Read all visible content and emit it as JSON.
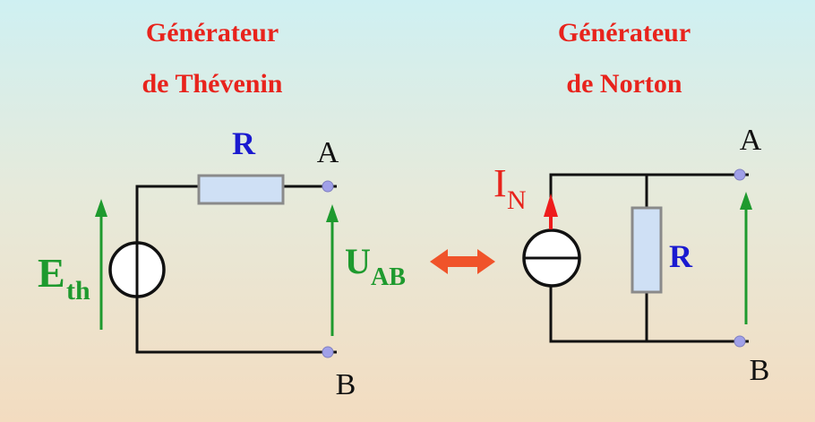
{
  "thevenin": {
    "title_line1": "Générateur",
    "title_line2": "de Thévenin",
    "resistor_label": "R",
    "source_label": "E",
    "source_sub": "th",
    "voltage_label": "U",
    "voltage_sub": "AB",
    "terminal_a": "A",
    "terminal_b": "B"
  },
  "norton": {
    "title_line1": "Générateur",
    "title_line2": "de Norton",
    "resistor_label": "R",
    "current_label": "I",
    "current_sub": "N",
    "terminal_a": "A",
    "terminal_b": "B"
  },
  "colors": {
    "title": "#e8231c",
    "resistor_label": "#1a1ad0",
    "voltage": "#1e9a2e",
    "equivalence_arrow": "#f0532a"
  }
}
